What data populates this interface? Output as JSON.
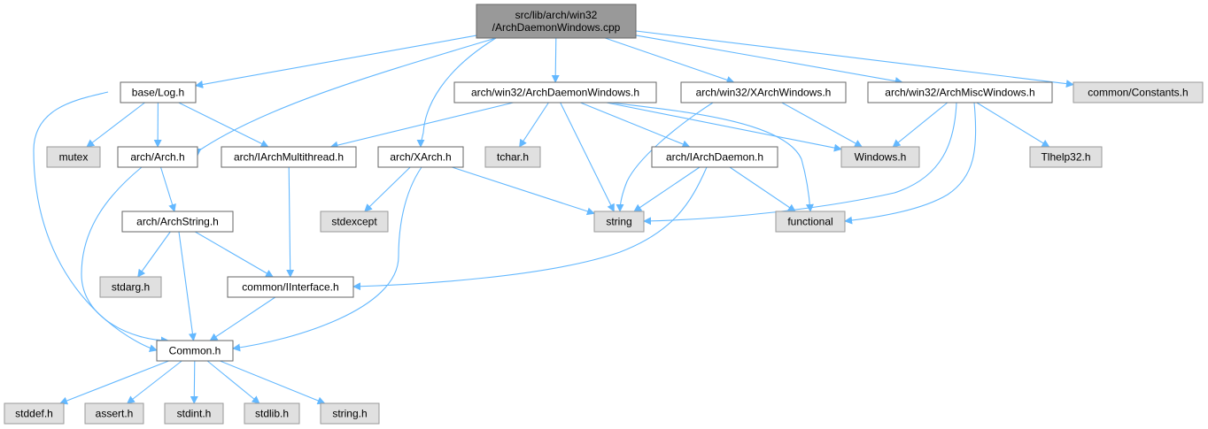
{
  "colors": {
    "edge": "#63b8ff",
    "root_fill": "#999999",
    "root_stroke": "#666666",
    "header_fill": "#ffffff",
    "header_stroke": "#666666",
    "system_fill": "#e0e0e0",
    "system_stroke": "#999999",
    "text": "#000000"
  },
  "nodes": [
    {
      "id": "root",
      "lines": [
        "src/lib/arch/win32",
        "/ArchDaemonWindows.cpp"
      ],
      "kind": "root"
    },
    {
      "id": "log",
      "lines": [
        "base/Log.h"
      ],
      "kind": "header"
    },
    {
      "id": "daemonwin",
      "lines": [
        "arch/win32/ArchDaemonWindows.h"
      ],
      "kind": "header"
    },
    {
      "id": "xarchwin",
      "lines": [
        "arch/win32/XArchWindows.h"
      ],
      "kind": "header"
    },
    {
      "id": "miscwin",
      "lines": [
        "arch/win32/ArchMiscWindows.h"
      ],
      "kind": "header"
    },
    {
      "id": "constants",
      "lines": [
        "common/Constants.h"
      ],
      "kind": "system"
    },
    {
      "id": "mutex",
      "lines": [
        "mutex"
      ],
      "kind": "system"
    },
    {
      "id": "arch",
      "lines": [
        "arch/Arch.h"
      ],
      "kind": "header"
    },
    {
      "id": "imt",
      "lines": [
        "arch/IArchMultithread.h"
      ],
      "kind": "header"
    },
    {
      "id": "xarch",
      "lines": [
        "arch/XArch.h"
      ],
      "kind": "header"
    },
    {
      "id": "tchar",
      "lines": [
        "tchar.h"
      ],
      "kind": "system"
    },
    {
      "id": "idaemon",
      "lines": [
        "arch/IArchDaemon.h"
      ],
      "kind": "header"
    },
    {
      "id": "windows",
      "lines": [
        "Windows.h"
      ],
      "kind": "system"
    },
    {
      "id": "tlhelp",
      "lines": [
        "Tlhelp32.h"
      ],
      "kind": "system"
    },
    {
      "id": "archstring",
      "lines": [
        "arch/ArchString.h"
      ],
      "kind": "header"
    },
    {
      "id": "stdexcept",
      "lines": [
        "stdexcept"
      ],
      "kind": "system"
    },
    {
      "id": "string",
      "lines": [
        "string"
      ],
      "kind": "system"
    },
    {
      "id": "functional",
      "lines": [
        "functional"
      ],
      "kind": "system"
    },
    {
      "id": "stdarg",
      "lines": [
        "stdarg.h"
      ],
      "kind": "system"
    },
    {
      "id": "iinterface",
      "lines": [
        "common/IInterface.h"
      ],
      "kind": "header"
    },
    {
      "id": "common",
      "lines": [
        "Common.h"
      ],
      "kind": "header"
    },
    {
      "id": "stddef",
      "lines": [
        "stddef.h"
      ],
      "kind": "system"
    },
    {
      "id": "assert",
      "lines": [
        "assert.h"
      ],
      "kind": "system"
    },
    {
      "id": "stdint",
      "lines": [
        "stdint.h"
      ],
      "kind": "system"
    },
    {
      "id": "stdlib",
      "lines": [
        "stdlib.h"
      ],
      "kind": "system"
    },
    {
      "id": "stringh",
      "lines": [
        "string.h"
      ],
      "kind": "system"
    }
  ],
  "edges": [
    [
      "root",
      "log"
    ],
    [
      "root",
      "arch"
    ],
    [
      "root",
      "xarch"
    ],
    [
      "root",
      "daemonwin"
    ],
    [
      "root",
      "xarchwin"
    ],
    [
      "root",
      "miscwin"
    ],
    [
      "root",
      "constants"
    ],
    [
      "log",
      "mutex"
    ],
    [
      "log",
      "arch"
    ],
    [
      "log",
      "imt"
    ],
    [
      "log",
      "common"
    ],
    [
      "daemonwin",
      "imt"
    ],
    [
      "daemonwin",
      "tchar"
    ],
    [
      "daemonwin",
      "string"
    ],
    [
      "daemonwin",
      "idaemon"
    ],
    [
      "daemonwin",
      "windows"
    ],
    [
      "daemonwin",
      "functional"
    ],
    [
      "xarchwin",
      "string"
    ],
    [
      "xarchwin",
      "windows"
    ],
    [
      "miscwin",
      "windows"
    ],
    [
      "miscwin",
      "tlhelp"
    ],
    [
      "miscwin",
      "string"
    ],
    [
      "miscwin",
      "functional"
    ],
    [
      "arch",
      "archstring"
    ],
    [
      "arch",
      "common"
    ],
    [
      "imt",
      "iinterface"
    ],
    [
      "xarch",
      "stdexcept"
    ],
    [
      "xarch",
      "string"
    ],
    [
      "xarch",
      "common"
    ],
    [
      "idaemon",
      "string"
    ],
    [
      "idaemon",
      "functional"
    ],
    [
      "idaemon",
      "iinterface"
    ],
    [
      "archstring",
      "stdarg"
    ],
    [
      "archstring",
      "iinterface"
    ],
    [
      "archstring",
      "common"
    ],
    [
      "iinterface",
      "common"
    ],
    [
      "common",
      "stddef"
    ],
    [
      "common",
      "assert"
    ],
    [
      "common",
      "stdint"
    ],
    [
      "common",
      "stdlib"
    ],
    [
      "common",
      "stringh"
    ]
  ]
}
